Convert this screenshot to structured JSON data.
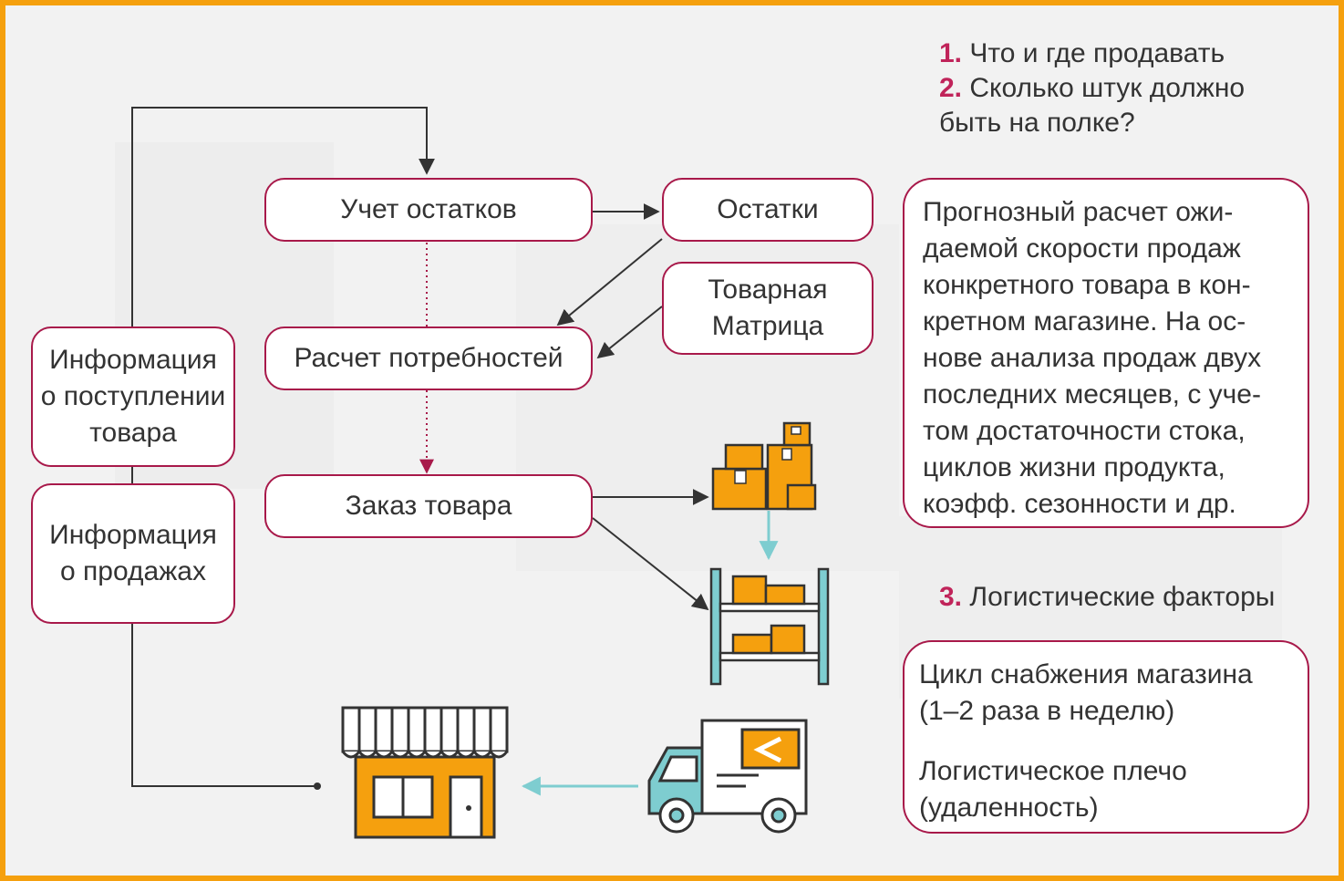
{
  "questions": {
    "q1_num": "1.",
    "q1_text": "Что и где продавать",
    "q2_num": "2.",
    "q2_line1": "Сколько штук должно",
    "q2_line2": "быть на полке?",
    "q3_num": "3.",
    "q3_text": "Логистические факторы"
  },
  "flow": {
    "stock_accounting": "Учет остатков",
    "stock": "Остатки",
    "matrix_line1": "Товарная",
    "matrix_line2": "Матрица",
    "needs_calc": "Расчет потребностей",
    "order": "Заказ товара",
    "arrival_info_line1": "Информация",
    "arrival_info_line2": "о поступлении",
    "arrival_info_line3": "товара",
    "sales_info_line1": "Информация",
    "sales_info_line2": "о продажах"
  },
  "forecast_note": {
    "lines": [
      "Прогнозный расчет ожи-",
      "даемой скорости продаж",
      "конкретного товара в кон-",
      "кретном магазине. На ос-",
      "нове анализа продаж двух",
      "последних месяцев, с уче-",
      "том достаточности стока,",
      "циклов жизни продукта,",
      "коэфф. сезонности и др."
    ]
  },
  "logistics_note": {
    "cycle_line1": "Цикл снабжения магазина",
    "cycle_line2": "(1–2 раза в неделю)",
    "arm_line1": "Логистическое плечо",
    "arm_line2": "(удаленность)"
  },
  "icons": [
    "boxes-icon",
    "shelf-icon",
    "truck-icon",
    "store-icon"
  ],
  "colors": {
    "frame": "#f5a00e",
    "box_border": "#a8194a",
    "number": "#c0245a",
    "icon_orange": "#f5a00e",
    "icon_dark": "#333333",
    "teal": "#7ecdd0",
    "connector": "#333333"
  }
}
